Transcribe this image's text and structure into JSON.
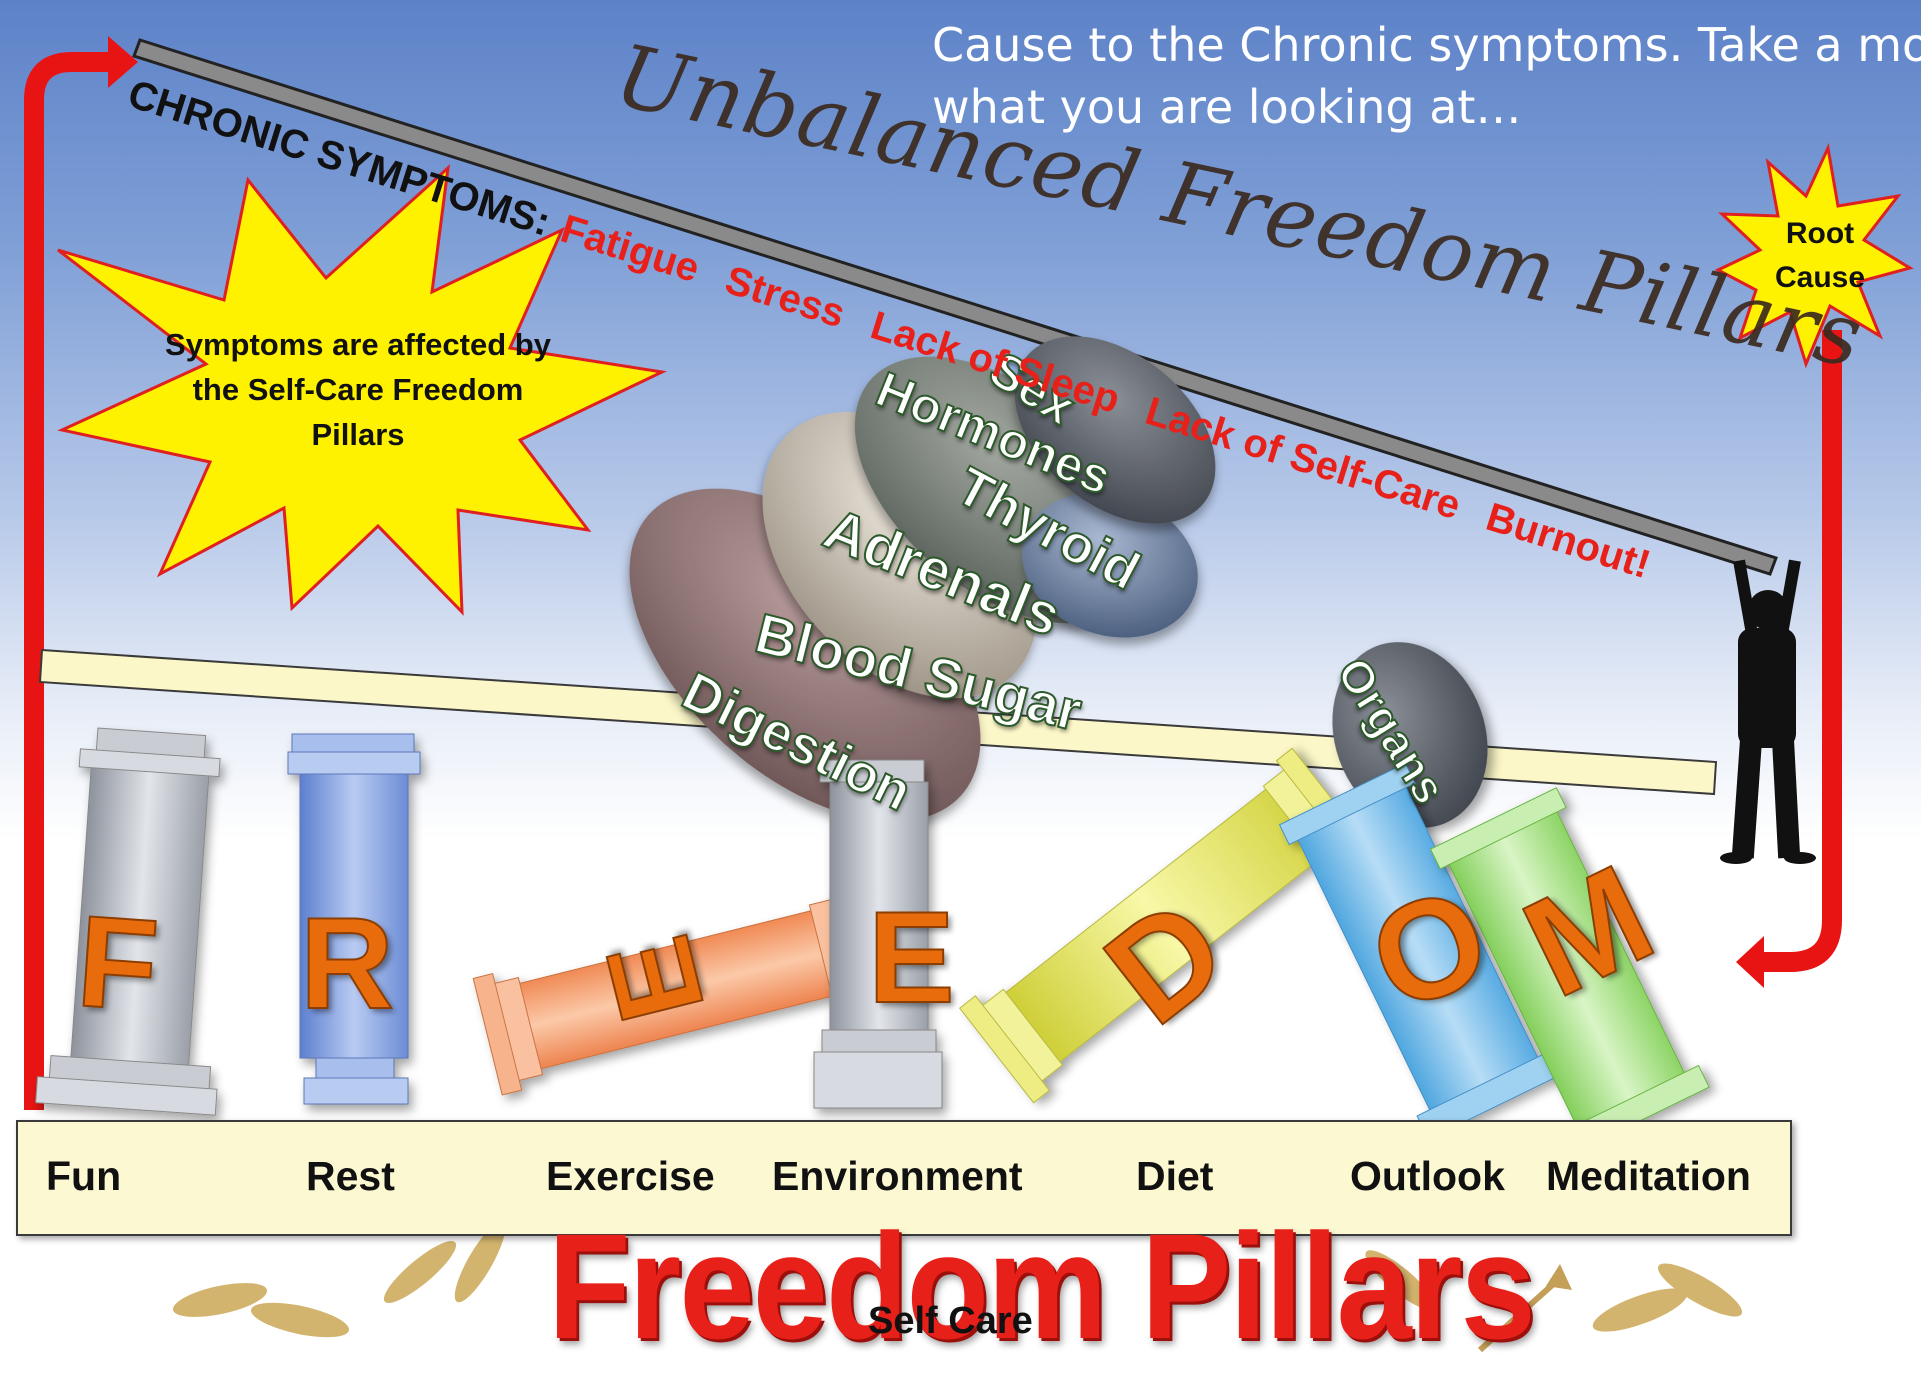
{
  "intro": {
    "line1": "Cause to the Chronic symptoms. Take a mome",
    "line2": "what you are looking at…"
  },
  "chronic": {
    "label": "CHRONIC SYMPTOMS:",
    "symptoms": [
      "Fatigue",
      "Stress",
      "Lack of Sleep",
      "Lack of Self-Care",
      "Burnout!"
    ]
  },
  "headline": "Unbalanced Freedom Pillars",
  "starburst": {
    "text": "Symptoms are affected by the Self-Care Freedom Pillars"
  },
  "root_cause": {
    "line1": "Root",
    "line2": "Cause"
  },
  "stones": {
    "sex": "Sex",
    "hormones": "Hormones",
    "thyroid": "Thyroid",
    "adrenals": "Adrenals",
    "blood_sugar": "Blood Sugar",
    "digestion": "Digestion",
    "organs": "Organs"
  },
  "pillar_letters": [
    "F",
    "R",
    "E",
    "E",
    "D",
    "O",
    "M"
  ],
  "pillars": [
    "Fun",
    "Rest",
    "Exercise",
    "Environment",
    "Diet",
    "Outlook",
    "Meditation"
  ],
  "title": "Freedom Pillars",
  "subtitle": "Self Care",
  "colors": {
    "accent_red": "#e8201a",
    "starburst_fill": "#fff200",
    "pillar_gray": "#b9bdc6",
    "pillar_blue": "#8fa9e3",
    "pillar_orange": "#f4a577",
    "pillar_yellow": "#ecec6c",
    "pillar_cyan": "#7fc0ea",
    "pillar_green": "#b4e595",
    "letter_orange": "#e86c0c"
  }
}
